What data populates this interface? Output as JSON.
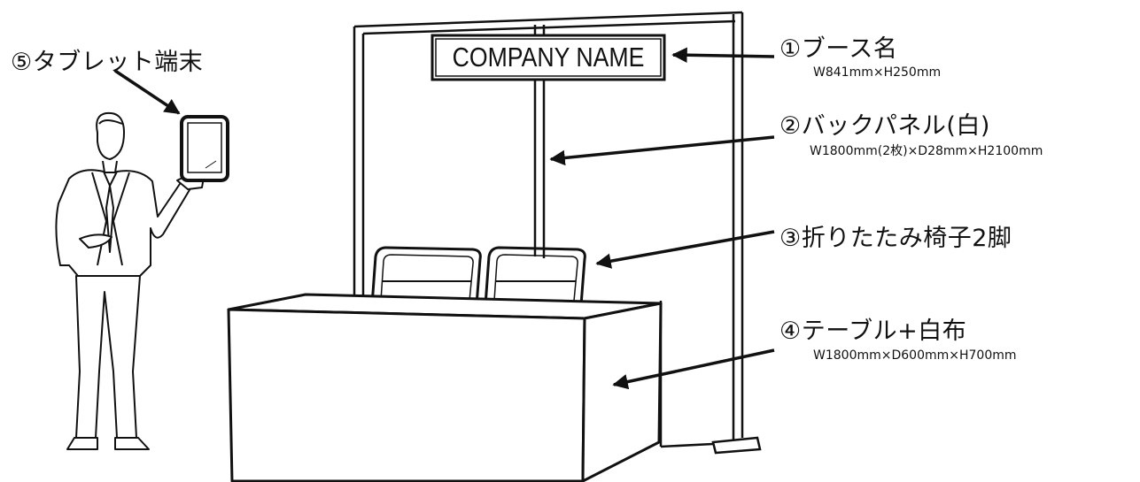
{
  "sign": {
    "text": "COMPANY NAME"
  },
  "callouts": [
    {
      "num": "①",
      "title": "ブース名",
      "spec": "W841mm×H250mm"
    },
    {
      "num": "②",
      "title": "バックパネル(白)",
      "spec": "W1800mm(2枚)×D28mm×H2100mm"
    },
    {
      "num": "③",
      "title": "折りたたみ椅子2脚",
      "spec": ""
    },
    {
      "num": "④",
      "title": "テーブル+白布",
      "spec": "W1800mm×D600mm×H700mm"
    },
    {
      "num": "⑤",
      "title": "タブレット端末",
      "spec": ""
    }
  ],
  "colors": {
    "line": "#111111",
    "background": "#ffffff"
  }
}
